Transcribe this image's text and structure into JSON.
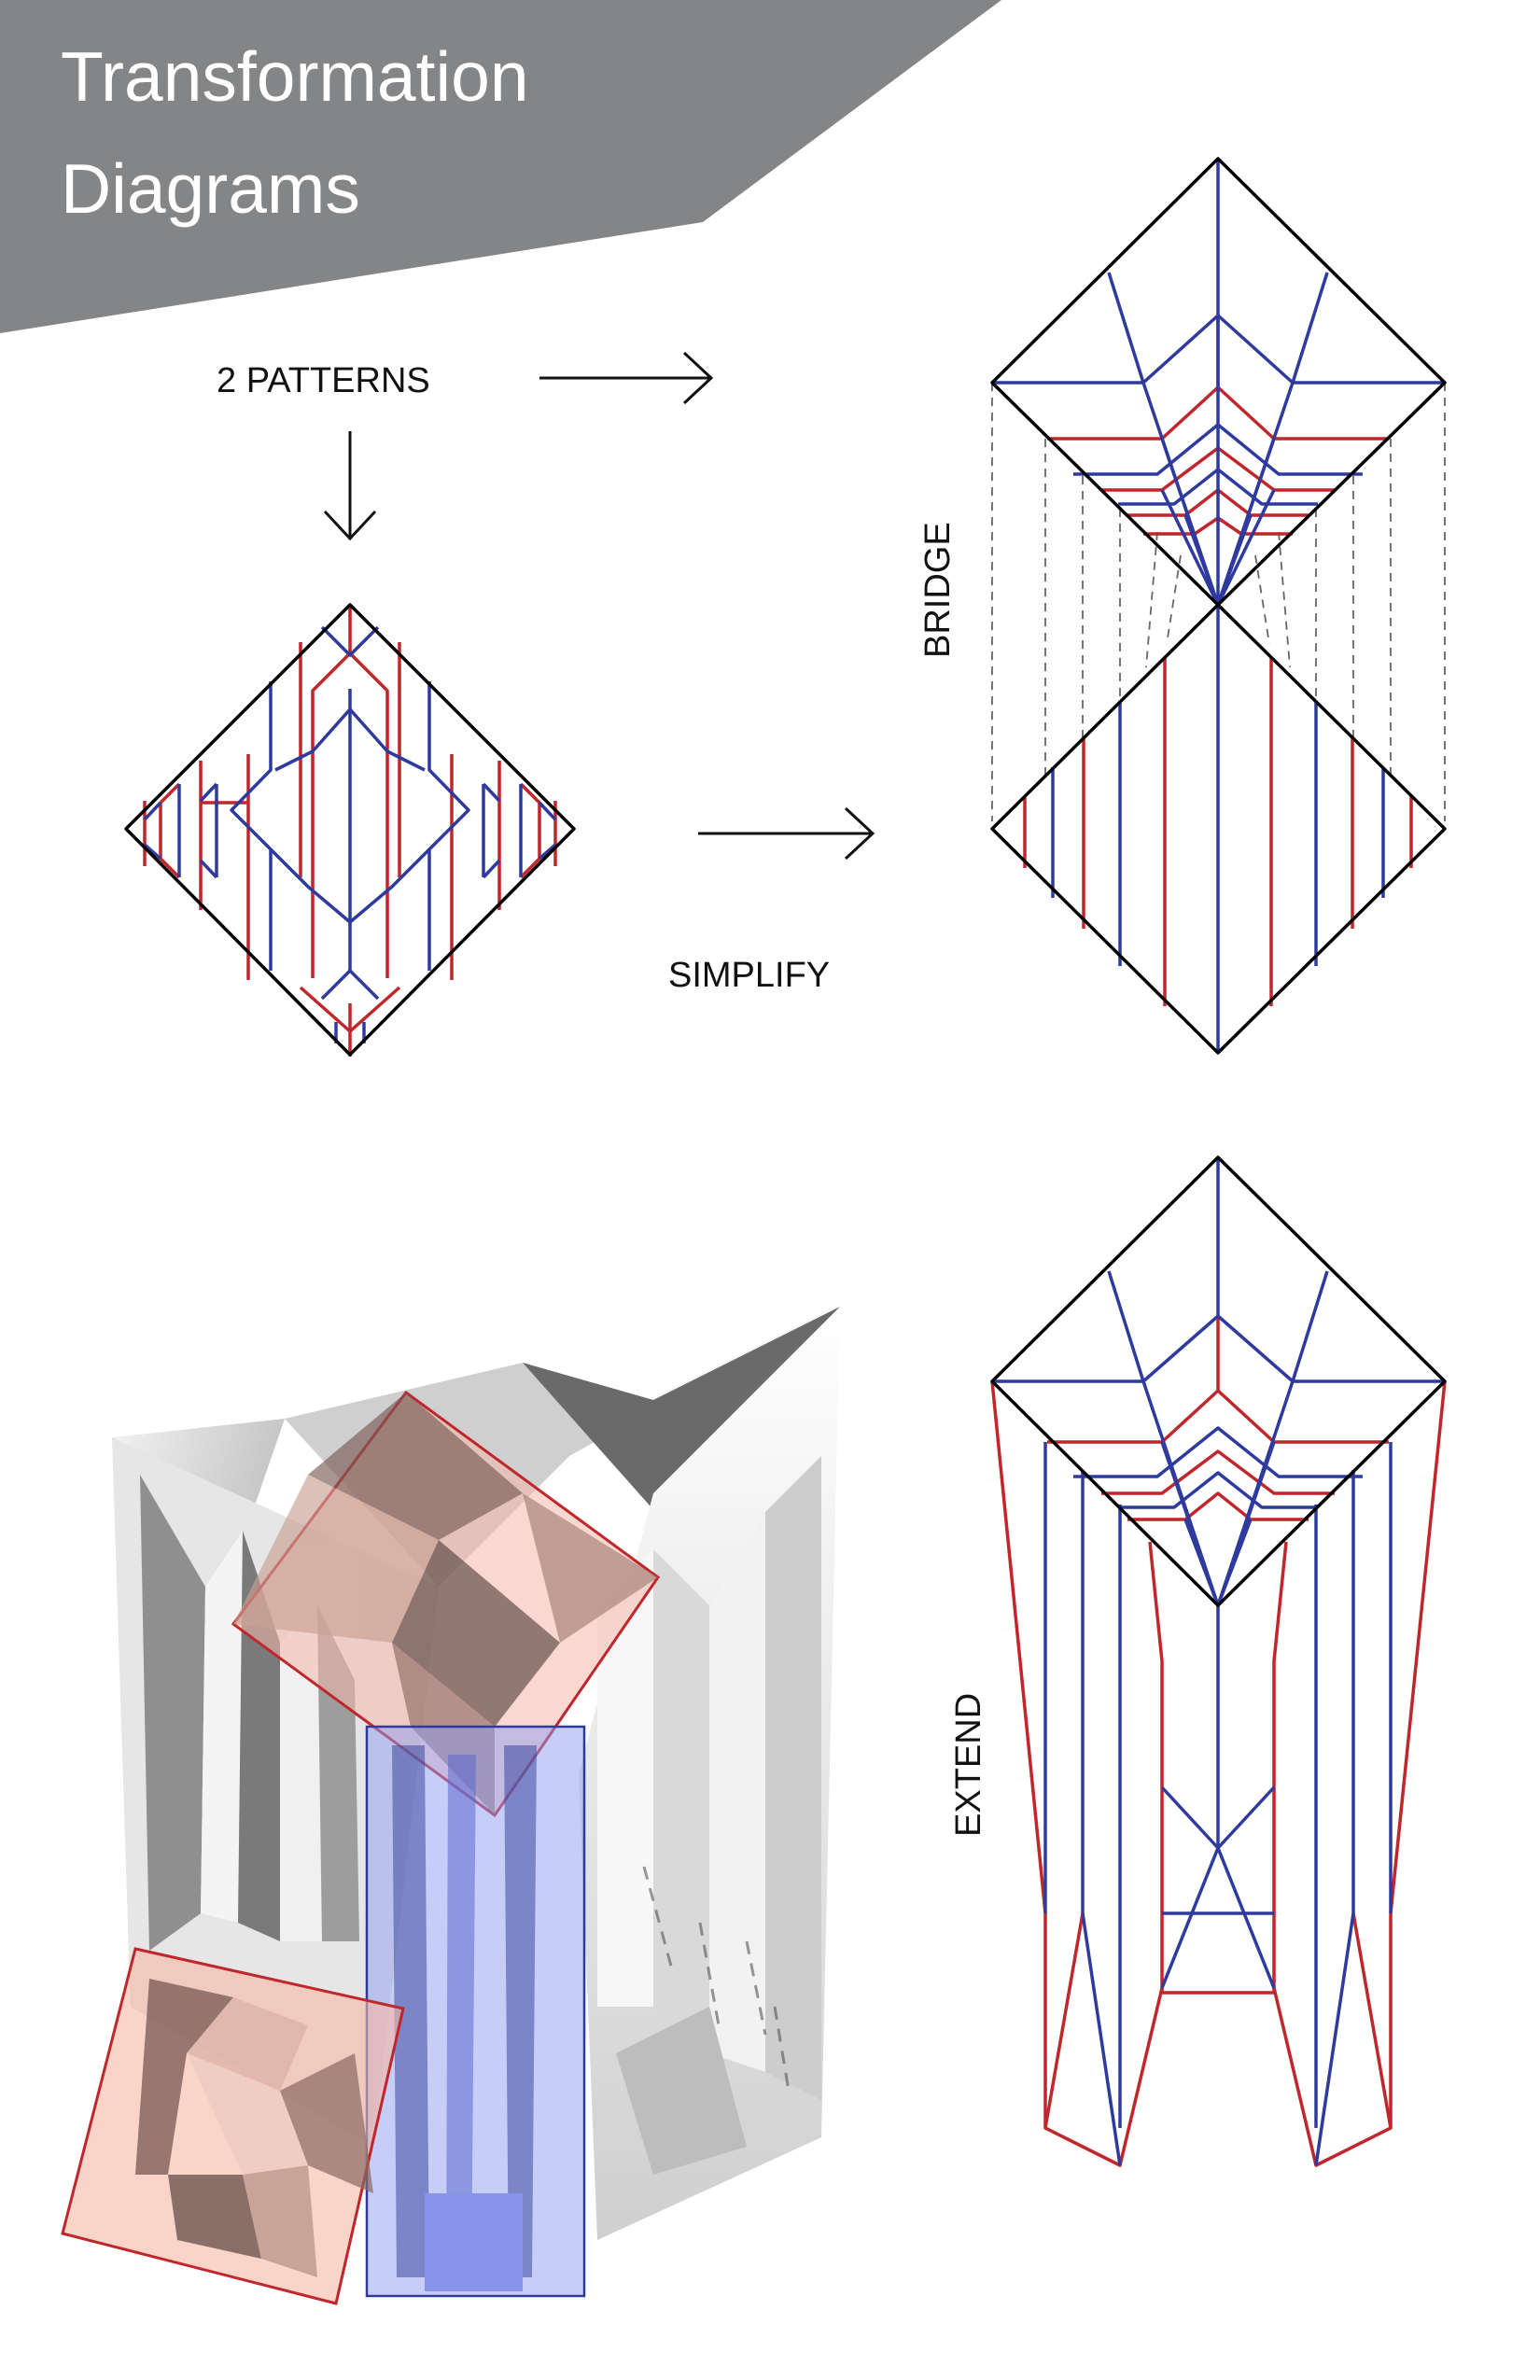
{
  "title": {
    "line1": "Transformation",
    "line2": "Diagrams"
  },
  "labels": {
    "patterns": "2 PATTERNS",
    "bridge": "BRIDGE",
    "simplify": "SIMPLIFY",
    "extend": "EXTEND"
  },
  "colors": {
    "title_band": "#848587",
    "valley_red": "#c0272d",
    "mountain_blue": "#2e3a9e",
    "outline": "#000000",
    "highlight_pink": "#f2b8aa",
    "highlight_blue": "#8e9ef0"
  }
}
